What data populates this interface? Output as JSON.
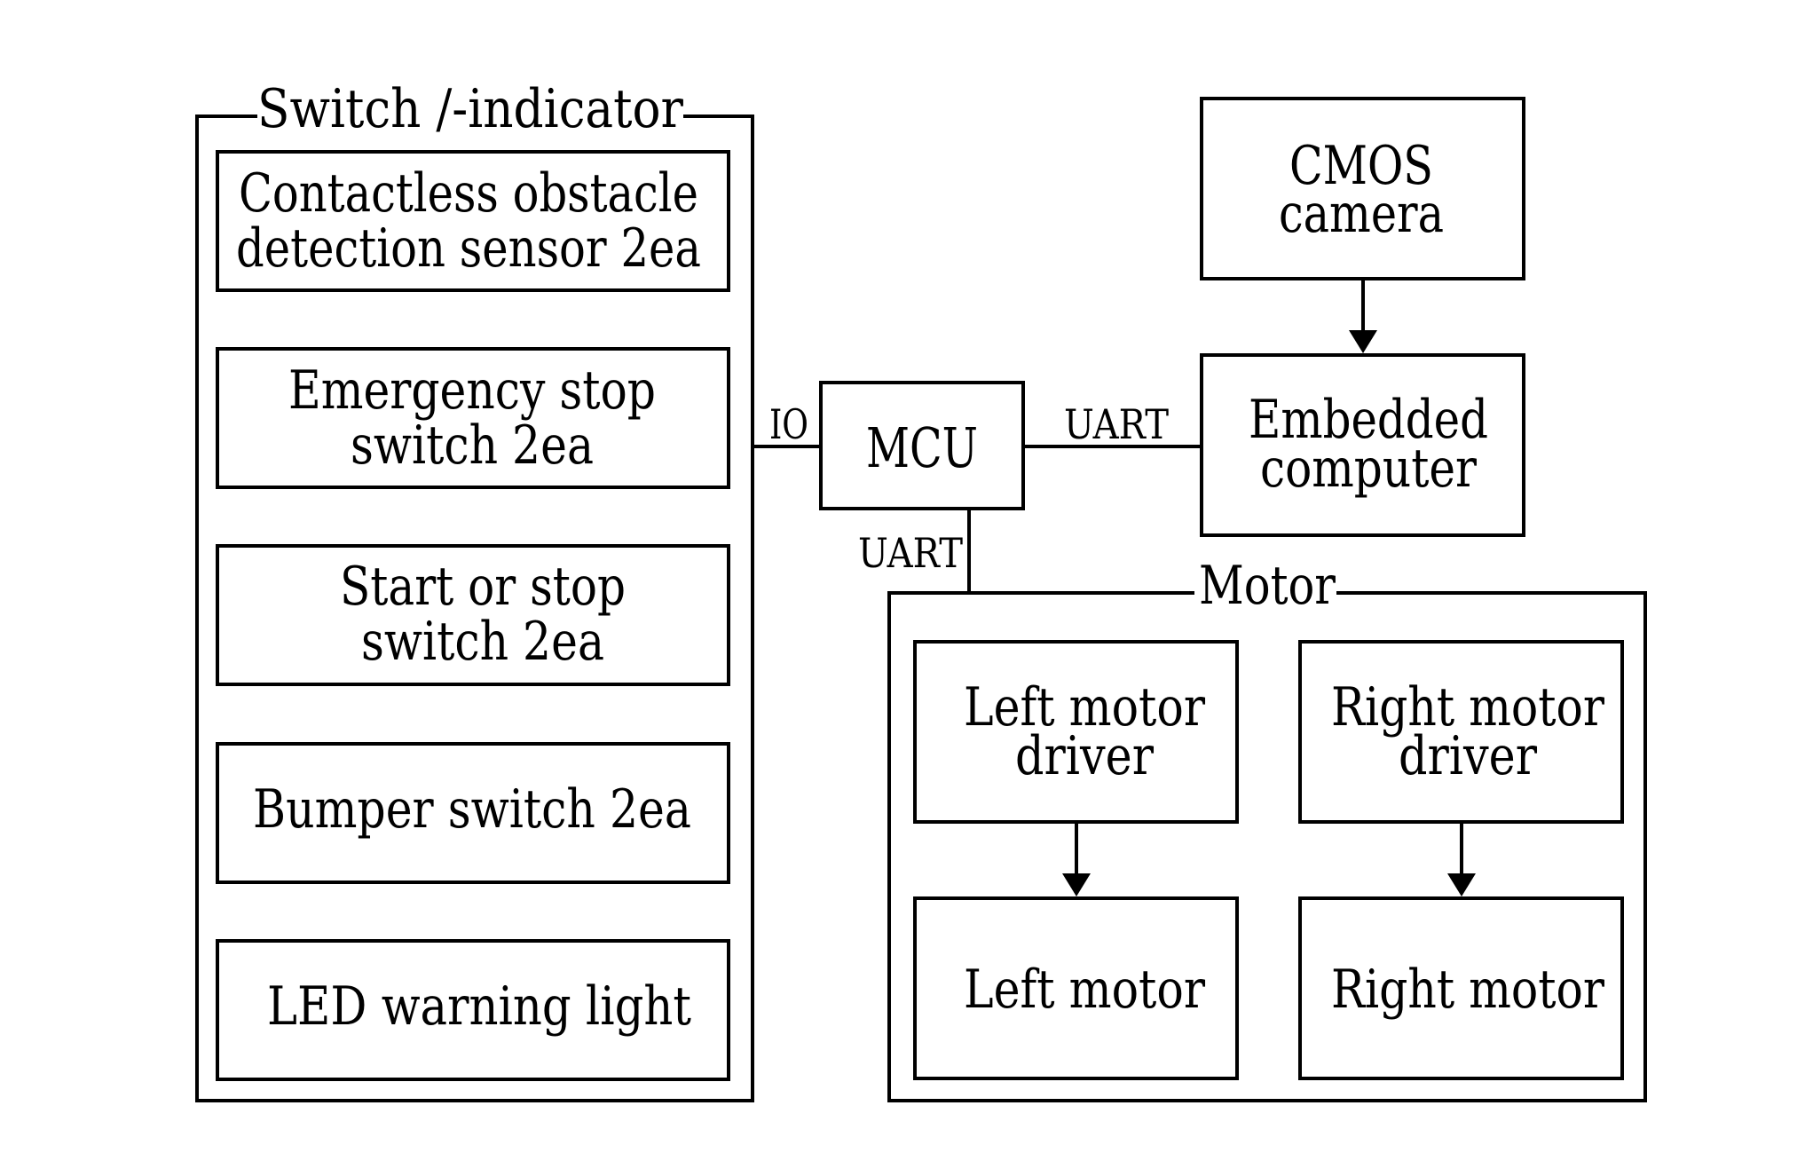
{
  "groups": {
    "switch_indicator": {
      "title": "Switch /-indicator"
    },
    "motor": {
      "title": "Motor"
    }
  },
  "nodes": {
    "obstacle_sensor": {
      "lines": [
        "Contactless obstacle",
        "detection sensor 2ea"
      ]
    },
    "emergency_stop": {
      "lines": [
        "Emergency stop",
        "switch 2ea"
      ]
    },
    "start_stop": {
      "lines": [
        "Start or stop",
        "switch 2ea"
      ]
    },
    "bumper": {
      "lines": [
        "Bumper switch 2ea"
      ]
    },
    "led_light": {
      "lines": [
        "LED warning light"
      ]
    },
    "mcu": {
      "lines": [
        "MCU"
      ]
    },
    "cmos_camera": {
      "lines": [
        "CMOS",
        "camera"
      ]
    },
    "embedded_computer": {
      "lines": [
        "Embedded",
        "computer"
      ]
    },
    "left_motor_driver": {
      "lines": [
        "Left motor",
        "driver"
      ]
    },
    "right_motor_driver": {
      "lines": [
        "Right motor",
        "driver"
      ]
    },
    "left_motor": {
      "lines": [
        "Left motor"
      ]
    },
    "right_motor": {
      "lines": [
        "Right motor"
      ]
    }
  },
  "edges": {
    "switches_mcu": {
      "label": "IO"
    },
    "mcu_embedded": {
      "label": "UART"
    },
    "mcu_motor": {
      "label": "UART"
    },
    "camera_embedded": {
      "label": ""
    },
    "left_driver_motor": {
      "label": ""
    },
    "right_driver_motor": {
      "label": ""
    }
  }
}
